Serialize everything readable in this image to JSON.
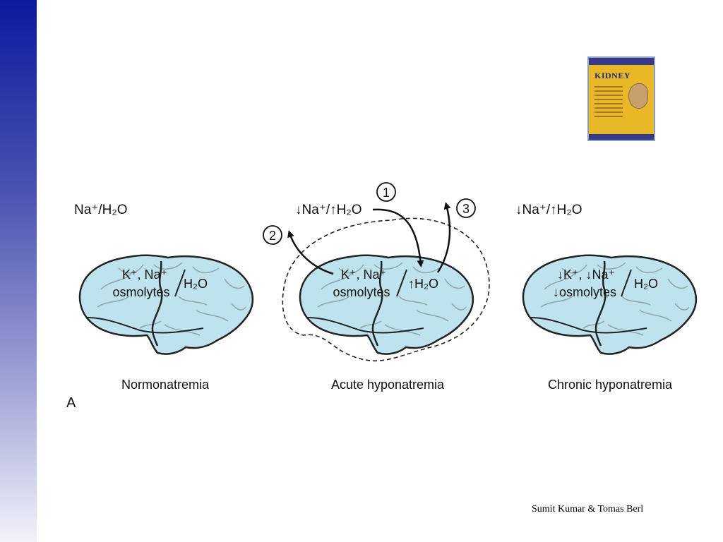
{
  "book": {
    "title": "KIDNEY"
  },
  "panels": [
    {
      "header": "Na⁺/H₂O",
      "inner_left_line1": "K⁺, Na⁺",
      "inner_left_line2": "osmolytes",
      "inner_right": "H₂O",
      "caption": "Normonatremia"
    },
    {
      "header": "↓Na⁺/↑H₂O",
      "inner_left_line1": "K⁺, Na⁺",
      "inner_left_line2": "osmolytes",
      "inner_right": "↑H₂O",
      "caption": "Acute hyponatremia"
    },
    {
      "header": "↓Na⁺/↑H₂O",
      "inner_left_line1": "↓K⁺, ↓Na⁺",
      "inner_left_line2": "↓osmolytes",
      "inner_right": "H₂O",
      "caption": "Chronic hyponatremia"
    }
  ],
  "steps": [
    "1",
    "2",
    "3"
  ],
  "figure_label": "A",
  "credit": "Sumit Kumar & Tomas Berl",
  "colors": {
    "brain_fill": "#bfe3ee",
    "outline": "#222222",
    "sidebar_top": "#0d1a9e"
  }
}
